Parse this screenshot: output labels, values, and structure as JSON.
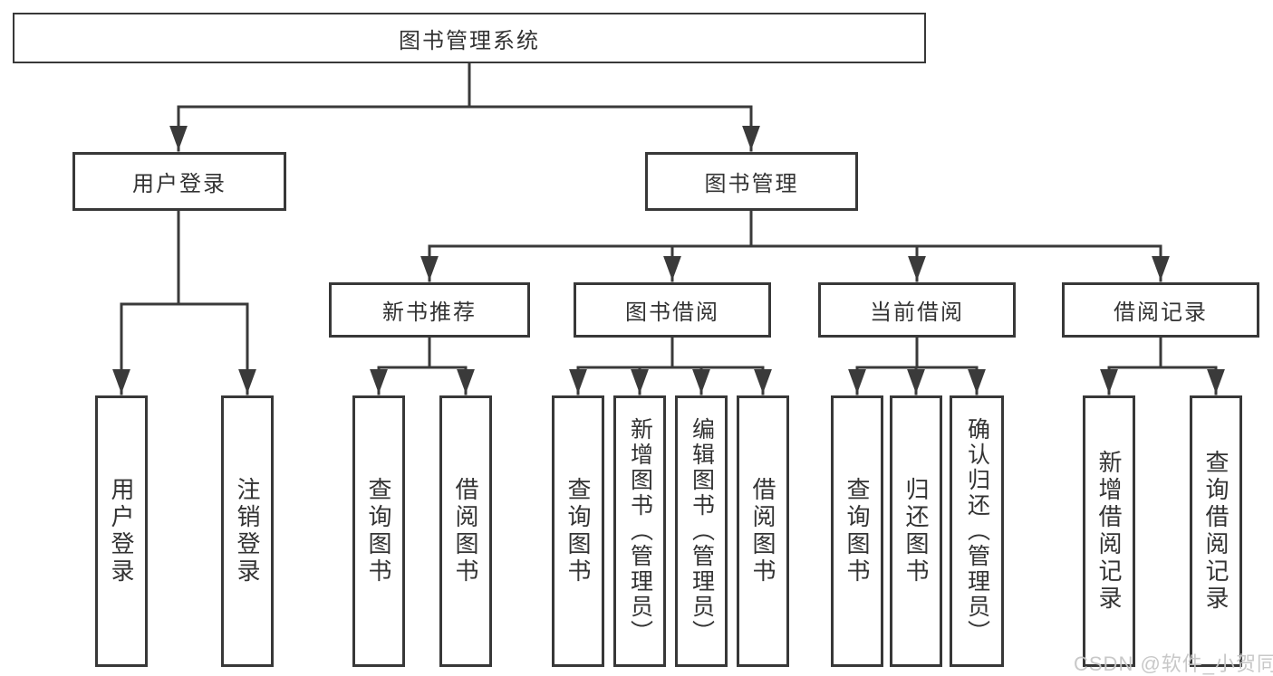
{
  "diagram": {
    "colors": {
      "line": "#3a3a3a",
      "border": "#383838",
      "text": "#333333",
      "background": "#ffffff",
      "watermark": "#c5c5c5"
    },
    "nodes": {
      "root": {
        "label": "图书管理系统"
      },
      "user_login": {
        "label": "用户登录"
      },
      "book_mgmt": {
        "label": "图书管理"
      },
      "new_book_rec": {
        "label": "新书推荐"
      },
      "book_borrow": {
        "label": "图书借阅"
      },
      "current_borrow": {
        "label": "当前借阅"
      },
      "borrow_record": {
        "label": "借阅记录"
      },
      "leaf_user_login": {
        "label": "用户登录"
      },
      "leaf_logout": {
        "label": "注销登录"
      },
      "leaf_rec_query": {
        "label": "查询图书"
      },
      "leaf_rec_borrow": {
        "label": "借阅图书"
      },
      "leaf_bb_query": {
        "label": "查询图书"
      },
      "leaf_bb_add": {
        "label": "新增图书（管理员）"
      },
      "leaf_bb_edit": {
        "label": "编辑图书（管理员）"
      },
      "leaf_bb_borrow": {
        "label": "借阅图书"
      },
      "leaf_cb_query": {
        "label": "查询图书"
      },
      "leaf_cb_return": {
        "label": "归还图书"
      },
      "leaf_cb_confirm": {
        "label": "确认归还（管理员）"
      },
      "leaf_br_add": {
        "label": "新增借阅记录"
      },
      "leaf_br_query": {
        "label": "查询借阅记录"
      }
    },
    "watermark": {
      "text": "CSDN @软件_小贺同学"
    }
  }
}
